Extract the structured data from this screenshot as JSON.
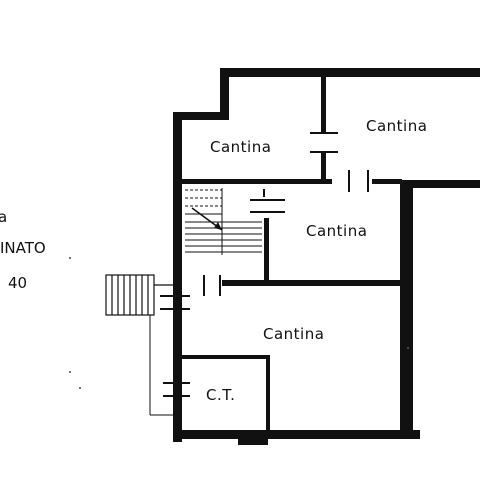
{
  "plan": {
    "rooms": [
      {
        "id": "cantina-top-left",
        "label": "Cantina"
      },
      {
        "id": "cantina-top-right",
        "label": "Cantina"
      },
      {
        "id": "cantina-middle",
        "label": "Cantina"
      },
      {
        "id": "cantina-lower",
        "label": "Cantina"
      },
      {
        "id": "ct",
        "label": "C.T."
      }
    ],
    "side_text": {
      "line1": "a",
      "line2": "INATO",
      "line3": "40"
    }
  },
  "colors": {
    "wall": "#111111",
    "background": "#ffffff"
  }
}
